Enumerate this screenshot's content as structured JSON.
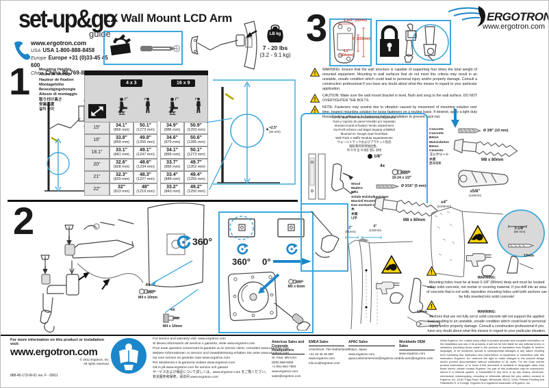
{
  "header": {
    "logo_main": "set-up&go",
    "logo_sub": "guide",
    "website": "www.ergotron.com",
    "contacts": [
      "USA 1-800-888-8458",
      "Europe +31 (0)33-45 45 600",
      "China 86-769-86018920"
    ],
    "title": "LX Wall Mount LCD Arm",
    "weight_badge": "LB kg",
    "weight_range": "7 - 20 lbs",
    "weight_metric": "(3.2 - 9.1 kg)",
    "brand": "ERGOTRON®",
    "brand_site": "www.ergotron.com"
  },
  "step1": {
    "number": "1",
    "headings": [
      "Mounting Heights",
      "Altura de montaje",
      "Hauteur de fixation",
      "Montagehöhe",
      "Bevestigingshoogte",
      "Altezze di montaggio",
      "取り付け高さ",
      "安装高度",
      "설치 높이"
    ],
    "offset_in": "+2.5\"",
    "offset_mm": "(64 mm)",
    "table": {
      "group1": "4 x 3",
      "group2": "16 x 9",
      "rows": [
        {
          "size": "15\"",
          "cells": [
            [
              "34.1\"",
              "(866 mm)"
            ],
            [
              "50.1\"",
              "(1273 mm)"
            ],
            [
              "34.9\"",
              "(886 mm)"
            ],
            [
              "50.9\"",
              "(1293 mm)"
            ]
          ]
        },
        {
          "size": "16\"",
          "cells": [
            [
              "33.8\"",
              "(859 mm)"
            ],
            [
              "49.8\"",
              "(1265 mm)"
            ],
            [
              "34.6\"",
              "(879 mm)"
            ],
            [
              "50.6\"",
              "(1285 mm)"
            ]
          ]
        },
        {
          "size": "18.1\"",
          "cells": [
            [
              "33.1\"",
              "(841 mm)"
            ],
            [
              "49.1\"",
              "(1247 mm)"
            ],
            [
              "34.1\"",
              "(866 mm)"
            ],
            [
              "50.1\"",
              "(1273 mm)"
            ]
          ]
        },
        {
          "size": "20\"",
          "cells": [
            [
              "32.6\"",
              "(828 mm)"
            ],
            [
              "48.6\"",
              "(1234 mm)"
            ],
            [
              "33.7\"",
              "(856 mm)"
            ],
            [
              "49.7\"",
              "(1262 mm)"
            ]
          ]
        },
        {
          "size": "21\"",
          "cells": [
            [
              "32.3\"",
              "(820 mm)"
            ],
            [
              "48.3\"",
              "(1227 mm)"
            ],
            [
              "33.4\"",
              "(848 mm)"
            ],
            [
              "49.4\"",
              "(1255 mm)"
            ]
          ]
        },
        {
          "size": "22\"",
          "cells": [
            [
              "32\"",
              "(813 mm)"
            ],
            [
              "48\"",
              "(1219 mm)"
            ],
            [
              "33.2\"",
              "(843 mm)"
            ],
            [
              "49.2\"",
              "(1250 mm)"
            ]
          ]
        }
      ]
    }
  },
  "step2": {
    "number": "2",
    "rotate_label": "360°",
    "rotate_360": "360°",
    "rotate_0": "0°",
    "screw1_qty": "4x",
    "screw1": "M4 x 10mm",
    "screw2_qty": "4x",
    "screw2": "M4 x 10mm",
    "vesa_screw": "M3 x 6mm"
  },
  "step3": {
    "number": "3",
    "bracket_w": "1.125\" (29mm)",
    "bracket_h": "6\" (152mm)",
    "bracket_holes": "4.1\" (104mm)",
    "warning1": "WARNING: Ensure that the wall structure is capable of supporting four times the total weight of mounted equipment. Mounting to wall surfaces that do not meet this criteria may result in an unstable, unsafe condition which could lead to personal injury and/or property damage. Consult a construction professional if you have any doubt about what this means in regard to your particular application.",
    "caution": "CAUTION: Make sure the wall mount bracket is level, flush and snug to the wall surface. DO NOT OVERTIGHTEN THE BOLTS.",
    "note_fasteners": "NOTE: Fasteners may unwind due to vibration caused by movement of mounting solution over time. Inspect mounting solution for loose fasteners on a routine basis. If desired, apply a light duty thread locking adhesive to fasteners before installation to prevent back-out.",
    "track_note": [
      "NOTE: Wall Track and Brackets sold separately.",
      "Guía y soporte de pared Vendido por separado",
      "Montant mural et fixation Vendu séparément",
      "Alu-Profil schiene und Bügel Separat erhältlich",
      "Muurrail en -beugel Apart leverbaar",
      "Wall Track e staffa Venduta separatamente",
      "ウォールトラックおよびブラケット別売",
      "墙轨和托架单独出售。",
      "벽 트랙 및 브래킷 별도 판매"
    ],
    "track_drill": "1/8\"",
    "track_screw_qty": "4x",
    "track_screw": "10-24 x 1/2\"",
    "wood": {
      "labels": [
        "Wood",
        "Madera",
        "Bois",
        "Solide Holzbalkenträger",
        "Massief Houten Pilaren",
        "Due montanti in legno massiccio",
        "木",
        "木质",
        "나무"
      ],
      "drill": "Ø 3/16\" (5 mm)",
      "screw": "M8 x 80mm",
      "stud1_in": "2\"",
      "stud1_mm": "(51mm)",
      "stud2_in": "4\"",
      "stud2_mm": "(102mm)",
      "wrench": "13mm"
    },
    "concrete": {
      "labels": [
        "Concrete",
        "Concreto",
        "Béton",
        "Massivbeton",
        "Beton",
        "Cemento",
        "コンクリート",
        "水泥",
        "콘크리트"
      ],
      "drill": "Ø 3/8\" (10 mm)",
      "screw": "M8 x 80mm",
      "depth_min_in": "≥4\"",
      "depth_min_mm": "(≥102mm)",
      "cover_max_in": "≤5/8\"",
      "cover_max_mm": "(≤16mm)",
      "hole_depth_in": "3-1/8\"",
      "hole_depth_mm": "(80 mm)",
      "wrench": "13mm",
      "warn_title": "WARNING:",
      "warn_holes": "Mounting holes must be at least 3-1/8\" (80mm) deep and must be located within solid concrete, not mortar or covering material.  If you drill into an area of concrete that is not solid, reposition mounting holes until both anchors can be fully inserted into solid concrete!",
      "warn_anchors": "Anchors that are not fully set in solid concrete will not support the applied load resulting in an unstable, unsafe condition which could lead to personal injury and/or property damage. Consult a construction professional if you have any doubt about what this means in regard to your particular situation."
    }
  },
  "footer": {
    "info_lead": "For more information on this product or installation visit:",
    "info_site": "www.ergotron.com",
    "copyright": "© 2011 Ergotron, Inc.",
    "rights": "All rights reserved.",
    "part_number": "888-45-173-W-01 rev. F - 09/11",
    "service_lines": [
      "For service and warranty visit: www.ergotron.com",
      "Si desea información de servicio o garantía, visite www.ergotron.com",
      "Pour toute question concernant la garantie ou le service client, consultez www.ergotron.com",
      "Weitere Informationen zu Service und Gewährleistung erhalten Sie unter www.ergotron.com",
      "Ga voor service en garantie naar www.ergotron.com",
      "Per assistenza e la garanzia visitare www.ergotron.com",
      "Gå in på www.ergotron.com för service och garanti",
      "サービスおよび保証について詳しくは、www.ergotron.com をご覧ください。",
      "有关服务和保修，请访问 www.ergotron.com"
    ],
    "columns": [
      {
        "title": "Americas Sales and Corporate Headquarters",
        "lines": [
          "St. Paul, MN USA",
          "(800) 888-8458",
          "+1-651-681-7600",
          "www.ergotron.com",
          "sales@ergotron.com"
        ]
      },
      {
        "title": "EMEA Sales",
        "lines": [
          "Amersfoort, The Netherlands",
          "+31 33 45 45 600",
          "www.ergotron.com",
          "info.eu@ergotron.com"
        ]
      },
      {
        "title": "APAC Sales",
        "lines": [
          "Tokyo, Japan",
          "www.ergotron.com",
          "apaccustomerservice@ergotron.com"
        ]
      },
      {
        "title": "Worldwide OEM Sales",
        "lines": [
          "www.ergotron.com",
          "info.oem@ergotron.com"
        ]
      }
    ],
    "legal": "While Ergotron, Inc. makes every effort to provide accurate and complete information on the installation and use of its products, it will not be held liable for any editorial errors or omissions (including those made in the process of translation from English to another language), or for incidental, special or consequential damages of any nature resulting from furnishing this instruction and performance of equipment in connection with this instruction. Ergotron, Inc. reserves the right to make changes in the product design and/or product documentation without notification to its users. For the most current product information, or to know if this document is available in languages other than those herein, please contact Ergotron. No part of this publication may be reproduced, stored in a retrieval system, or transmitted in any form or by any means, electronic, mechanical, photocopying, recording or otherwise without the prior written consent of Ergotron, Inc. (1181 Trapp Road, Eagan, Minnesota, 55121, USA). Patents Pending and Patented/U.S. & Foreign. Ergotron is a registered trademark of Ergotron, Inc."
  }
}
